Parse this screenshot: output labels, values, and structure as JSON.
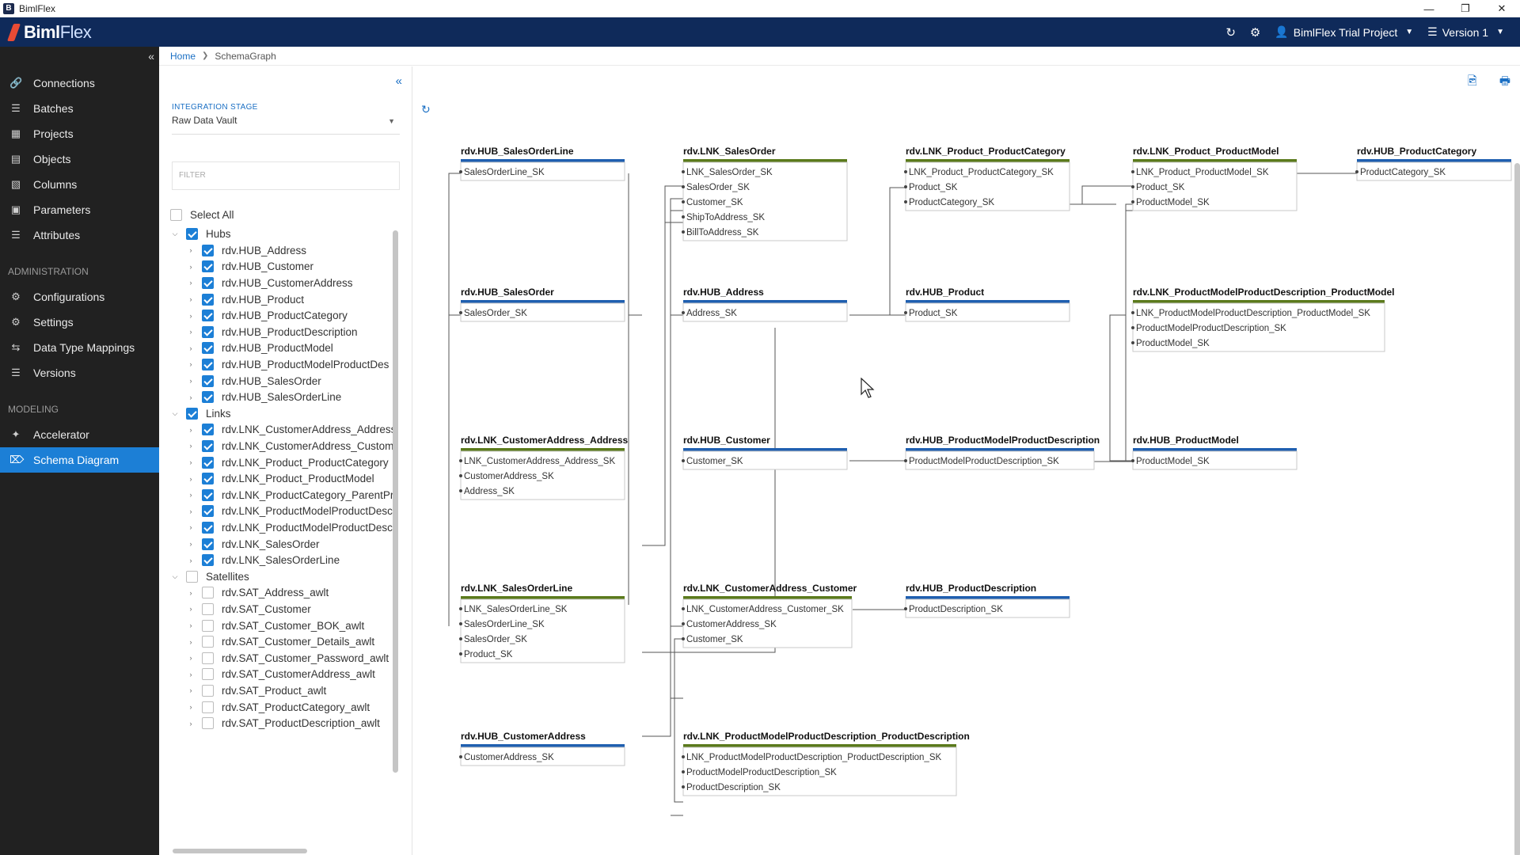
{
  "window": {
    "title": "BimlFlex",
    "icon": "bimlflex-app-icon"
  },
  "header": {
    "logo_bold": "Biml",
    "logo_light": "Flex",
    "project": "BimlFlex Trial Project",
    "version": "Version 1"
  },
  "nav": {
    "items": [
      {
        "label": "Connections",
        "icon": "link-icon"
      },
      {
        "label": "Batches",
        "icon": "batches-icon"
      },
      {
        "label": "Projects",
        "icon": "projects-icon"
      },
      {
        "label": "Objects",
        "icon": "objects-icon"
      },
      {
        "label": "Columns",
        "icon": "columns-icon"
      },
      {
        "label": "Parameters",
        "icon": "parameters-icon"
      },
      {
        "label": "Attributes",
        "icon": "attributes-icon"
      }
    ],
    "admin_label": "ADMINISTRATION",
    "admin_items": [
      {
        "label": "Configurations",
        "icon": "gear-icon"
      },
      {
        "label": "Settings",
        "icon": "settings-icon"
      },
      {
        "label": "Data Type Mappings",
        "icon": "shuffle-icon"
      },
      {
        "label": "Versions",
        "icon": "layers-icon"
      }
    ],
    "modeling_label": "MODELING",
    "modeling_items": [
      {
        "label": "Accelerator",
        "icon": "accelerator-icon"
      },
      {
        "label": "Schema Diagram",
        "icon": "schema-icon",
        "active": true
      }
    ]
  },
  "breadcrumb": {
    "home": "Home",
    "current": "SchemaGraph"
  },
  "panel": {
    "stage_label": "INTEGRATION STAGE",
    "stage_value": "Raw Data Vault",
    "filter_placeholder": "FILTER",
    "select_all": "Select All",
    "groups": [
      {
        "label": "Hubs",
        "checked": true,
        "items": [
          "rdv.HUB_Address",
          "rdv.HUB_Customer",
          "rdv.HUB_CustomerAddress",
          "rdv.HUB_Product",
          "rdv.HUB_ProductCategory",
          "rdv.HUB_ProductDescription",
          "rdv.HUB_ProductModel",
          "rdv.HUB_ProductModelProductDes",
          "rdv.HUB_SalesOrder",
          "rdv.HUB_SalesOrderLine"
        ]
      },
      {
        "label": "Links",
        "checked": true,
        "items": [
          "rdv.LNK_CustomerAddress_Address",
          "rdv.LNK_CustomerAddress_Custom",
          "rdv.LNK_Product_ProductCategory",
          "rdv.LNK_Product_ProductModel",
          "rdv.LNK_ProductCategory_ParentPr",
          "rdv.LNK_ProductModelProductDesc",
          "rdv.LNK_ProductModelProductDesc",
          "rdv.LNK_SalesOrder",
          "rdv.LNK_SalesOrderLine"
        ]
      },
      {
        "label": "Satellites",
        "checked": false,
        "items": [
          "rdv.SAT_Address_awlt",
          "rdv.SAT_Customer",
          "rdv.SAT_Customer_BOK_awlt",
          "rdv.SAT_Customer_Details_awlt",
          "rdv.SAT_Customer_Password_awlt",
          "rdv.SAT_CustomerAddress_awlt",
          "rdv.SAT_Product_awlt",
          "rdv.SAT_ProductCategory_awlt",
          "rdv.SAT_ProductDescription_awlt"
        ]
      }
    ]
  },
  "colors": {
    "hub": "#1f5fb0",
    "link": "#5b7a1c",
    "nav_active": "#1c7fd6",
    "header": "#0f2a5a"
  },
  "diagram": {
    "tables": [
      {
        "name": "rdv.HUB_SalesOrderLine",
        "kind": "hub",
        "cols": [
          "SalesOrderLine_SK"
        ]
      },
      {
        "name": "rdv.LNK_SalesOrder",
        "kind": "link",
        "cols": [
          "LNK_SalesOrder_SK",
          "SalesOrder_SK",
          "Customer_SK",
          "ShipToAddress_SK",
          "BillToAddress_SK"
        ]
      },
      {
        "name": "rdv.LNK_Product_ProductCategory",
        "kind": "link",
        "cols": [
          "LNK_Product_ProductCategory_SK",
          "Product_SK",
          "ProductCategory_SK"
        ]
      },
      {
        "name": "rdv.LNK_Product_ProductModel",
        "kind": "link",
        "cols": [
          "LNK_Product_ProductModel_SK",
          "Product_SK",
          "ProductModel_SK"
        ]
      },
      {
        "name": "rdv.HUB_ProductCategory",
        "kind": "hub",
        "cols": [
          "ProductCategory_SK"
        ]
      },
      {
        "name": "rdv.HUB_SalesOrder",
        "kind": "hub",
        "cols": [
          "SalesOrder_SK"
        ]
      },
      {
        "name": "rdv.HUB_Address",
        "kind": "hub",
        "cols": [
          "Address_SK"
        ]
      },
      {
        "name": "rdv.HUB_Product",
        "kind": "hub",
        "cols": [
          "Product_SK"
        ]
      },
      {
        "name": "rdv.LNK_ProductModelProductDescription_ProductModel",
        "kind": "link",
        "cols": [
          "LNK_ProductModelProductDescription_ProductModel_SK",
          "ProductModelProductDescription_SK",
          "ProductModel_SK"
        ]
      },
      {
        "name": "rdv.LNK_CustomerAddress_Address",
        "kind": "link",
        "cols": [
          "LNK_CustomerAddress_Address_SK",
          "CustomerAddress_SK",
          "Address_SK"
        ]
      },
      {
        "name": "rdv.HUB_Customer",
        "kind": "hub",
        "cols": [
          "Customer_SK"
        ]
      },
      {
        "name": "rdv.HUB_ProductModelProductDescription",
        "kind": "hub",
        "cols": [
          "ProductModelProductDescription_SK"
        ]
      },
      {
        "name": "rdv.HUB_ProductModel",
        "kind": "hub",
        "cols": [
          "ProductModel_SK"
        ]
      },
      {
        "name": "rdv.LNK_SalesOrderLine",
        "kind": "link",
        "cols": [
          "LNK_SalesOrderLine_SK",
          "SalesOrderLine_SK",
          "SalesOrder_SK",
          "Product_SK"
        ]
      },
      {
        "name": "rdv.LNK_CustomerAddress_Customer",
        "kind": "link",
        "cols": [
          "LNK_CustomerAddress_Customer_SK",
          "CustomerAddress_SK",
          "Customer_SK"
        ]
      },
      {
        "name": "rdv.HUB_ProductDescription",
        "kind": "hub",
        "cols": [
          "ProductDescription_SK"
        ]
      },
      {
        "name": "rdv.HUB_CustomerAddress",
        "kind": "hub",
        "cols": [
          "CustomerAddress_SK"
        ]
      },
      {
        "name": "rdv.LNK_ProductModelProductDescription_ProductDescription",
        "kind": "link",
        "cols": [
          "LNK_ProductModelProductDescription_ProductDescription_SK",
          "ProductModelProductDescription_SK",
          "ProductDescription_SK"
        ]
      }
    ]
  }
}
